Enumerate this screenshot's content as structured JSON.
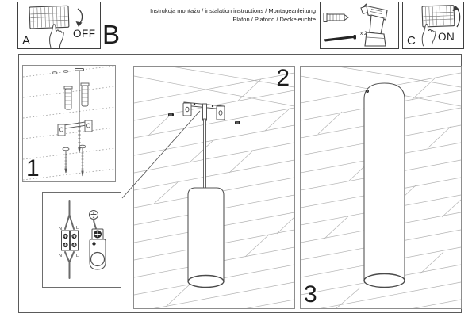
{
  "colors": {
    "ink": "#1d1d1d",
    "outline": "#4f4f4f",
    "plank": "#b3b3b3",
    "dark_fill": "#222222"
  },
  "header": {
    "section_a": {
      "label": "A",
      "state": "OFF"
    },
    "section_b": {
      "label": "B"
    },
    "title": {
      "line1": "Instrukcja montażu / instalation instructions / Montageanleitung",
      "line2": "Plafon / Plafond / Deckeleuchte"
    },
    "hardware": {
      "anchor_qty": "x 2"
    },
    "section_c": {
      "label": "C",
      "state": "ON"
    }
  },
  "steps": [
    {
      "number": "1"
    },
    {
      "number": "2"
    },
    {
      "number": "3"
    }
  ],
  "wiring_inset": {
    "terminal_top_left": "N",
    "terminal_top_right": "L",
    "terminal_bottom_left": "N",
    "terminal_bottom_right": "L"
  }
}
